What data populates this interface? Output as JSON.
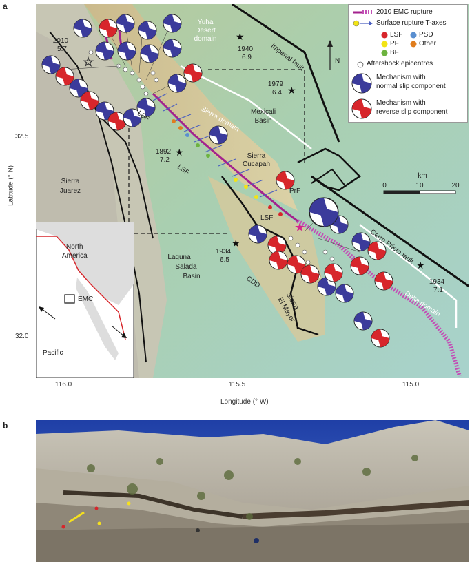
{
  "panel_a_letter": "a",
  "panel_b_letter": "b",
  "axes": {
    "xlabel": "Longitude (° W)",
    "ylabel": "Latitude (° N)",
    "xticks": [
      "116.0",
      "115.5",
      "115.0"
    ],
    "yticks": [
      "32.5",
      "32.0"
    ]
  },
  "legend": {
    "rupture": "2010 EMC rupture",
    "taxes": "Surface rupture T-axes",
    "lsf": "LSF",
    "psd": "PSD",
    "pf": "PF",
    "other": "Other",
    "bf": "BF",
    "aftershock": "Aftershock epicentres",
    "normal1": "Mechanism with",
    "normal2": "normal slip component",
    "reverse1": "Mechanism with",
    "reverse2": "reverse slip component"
  },
  "colors": {
    "lsf": "#d7262b",
    "psd": "#5a8fd0",
    "pf": "#f2e414",
    "other": "#e07d1d",
    "bf": "#6db33f",
    "rupture": "#a3228e",
    "normal": "#3b3b9b",
    "reverse": "#d7262b"
  },
  "places": {
    "yuha": "Yuha",
    "yuha2": "Desert",
    "yuha3": "domain",
    "imperial": "Imperial fault",
    "mexicali1": "Mexicali",
    "mexicali2": "Basin",
    "sierra_domain": "Sierra domain",
    "sierra_cucapah1": "Sierra",
    "sierra_cucapah2": "Cucapah",
    "sierra_juarez1": "Sierra",
    "sierra_juarez2": "Juarez",
    "laguna1": "Laguna",
    "laguna2": "Salada",
    "laguna3": "Basin",
    "cdd": "CDD",
    "el_mayor1": "Sierra",
    "el_mayor2": "El Mayor",
    "cerro_prieto": "Cerro Prieto fault",
    "delta": "Delta domain",
    "prf": "PrF",
    "lsf": "LSF",
    "north": "N",
    "pacific": "Pacific",
    "north_america1": "North",
    "north_america2": "America",
    "emc": "EMC"
  },
  "events": [
    {
      "year": "2010",
      "mag": "5.7"
    },
    {
      "year": "1940",
      "mag": "6.9"
    },
    {
      "year": "1979",
      "mag": "6.4"
    },
    {
      "year": "1892",
      "mag": "7.2"
    },
    {
      "year": "1934",
      "mag": "6.5"
    },
    {
      "year": "1934",
      "mag": "7.1"
    }
  ],
  "scalebar": {
    "unit": "km",
    "labels": [
      "0",
      "10",
      "20"
    ]
  }
}
